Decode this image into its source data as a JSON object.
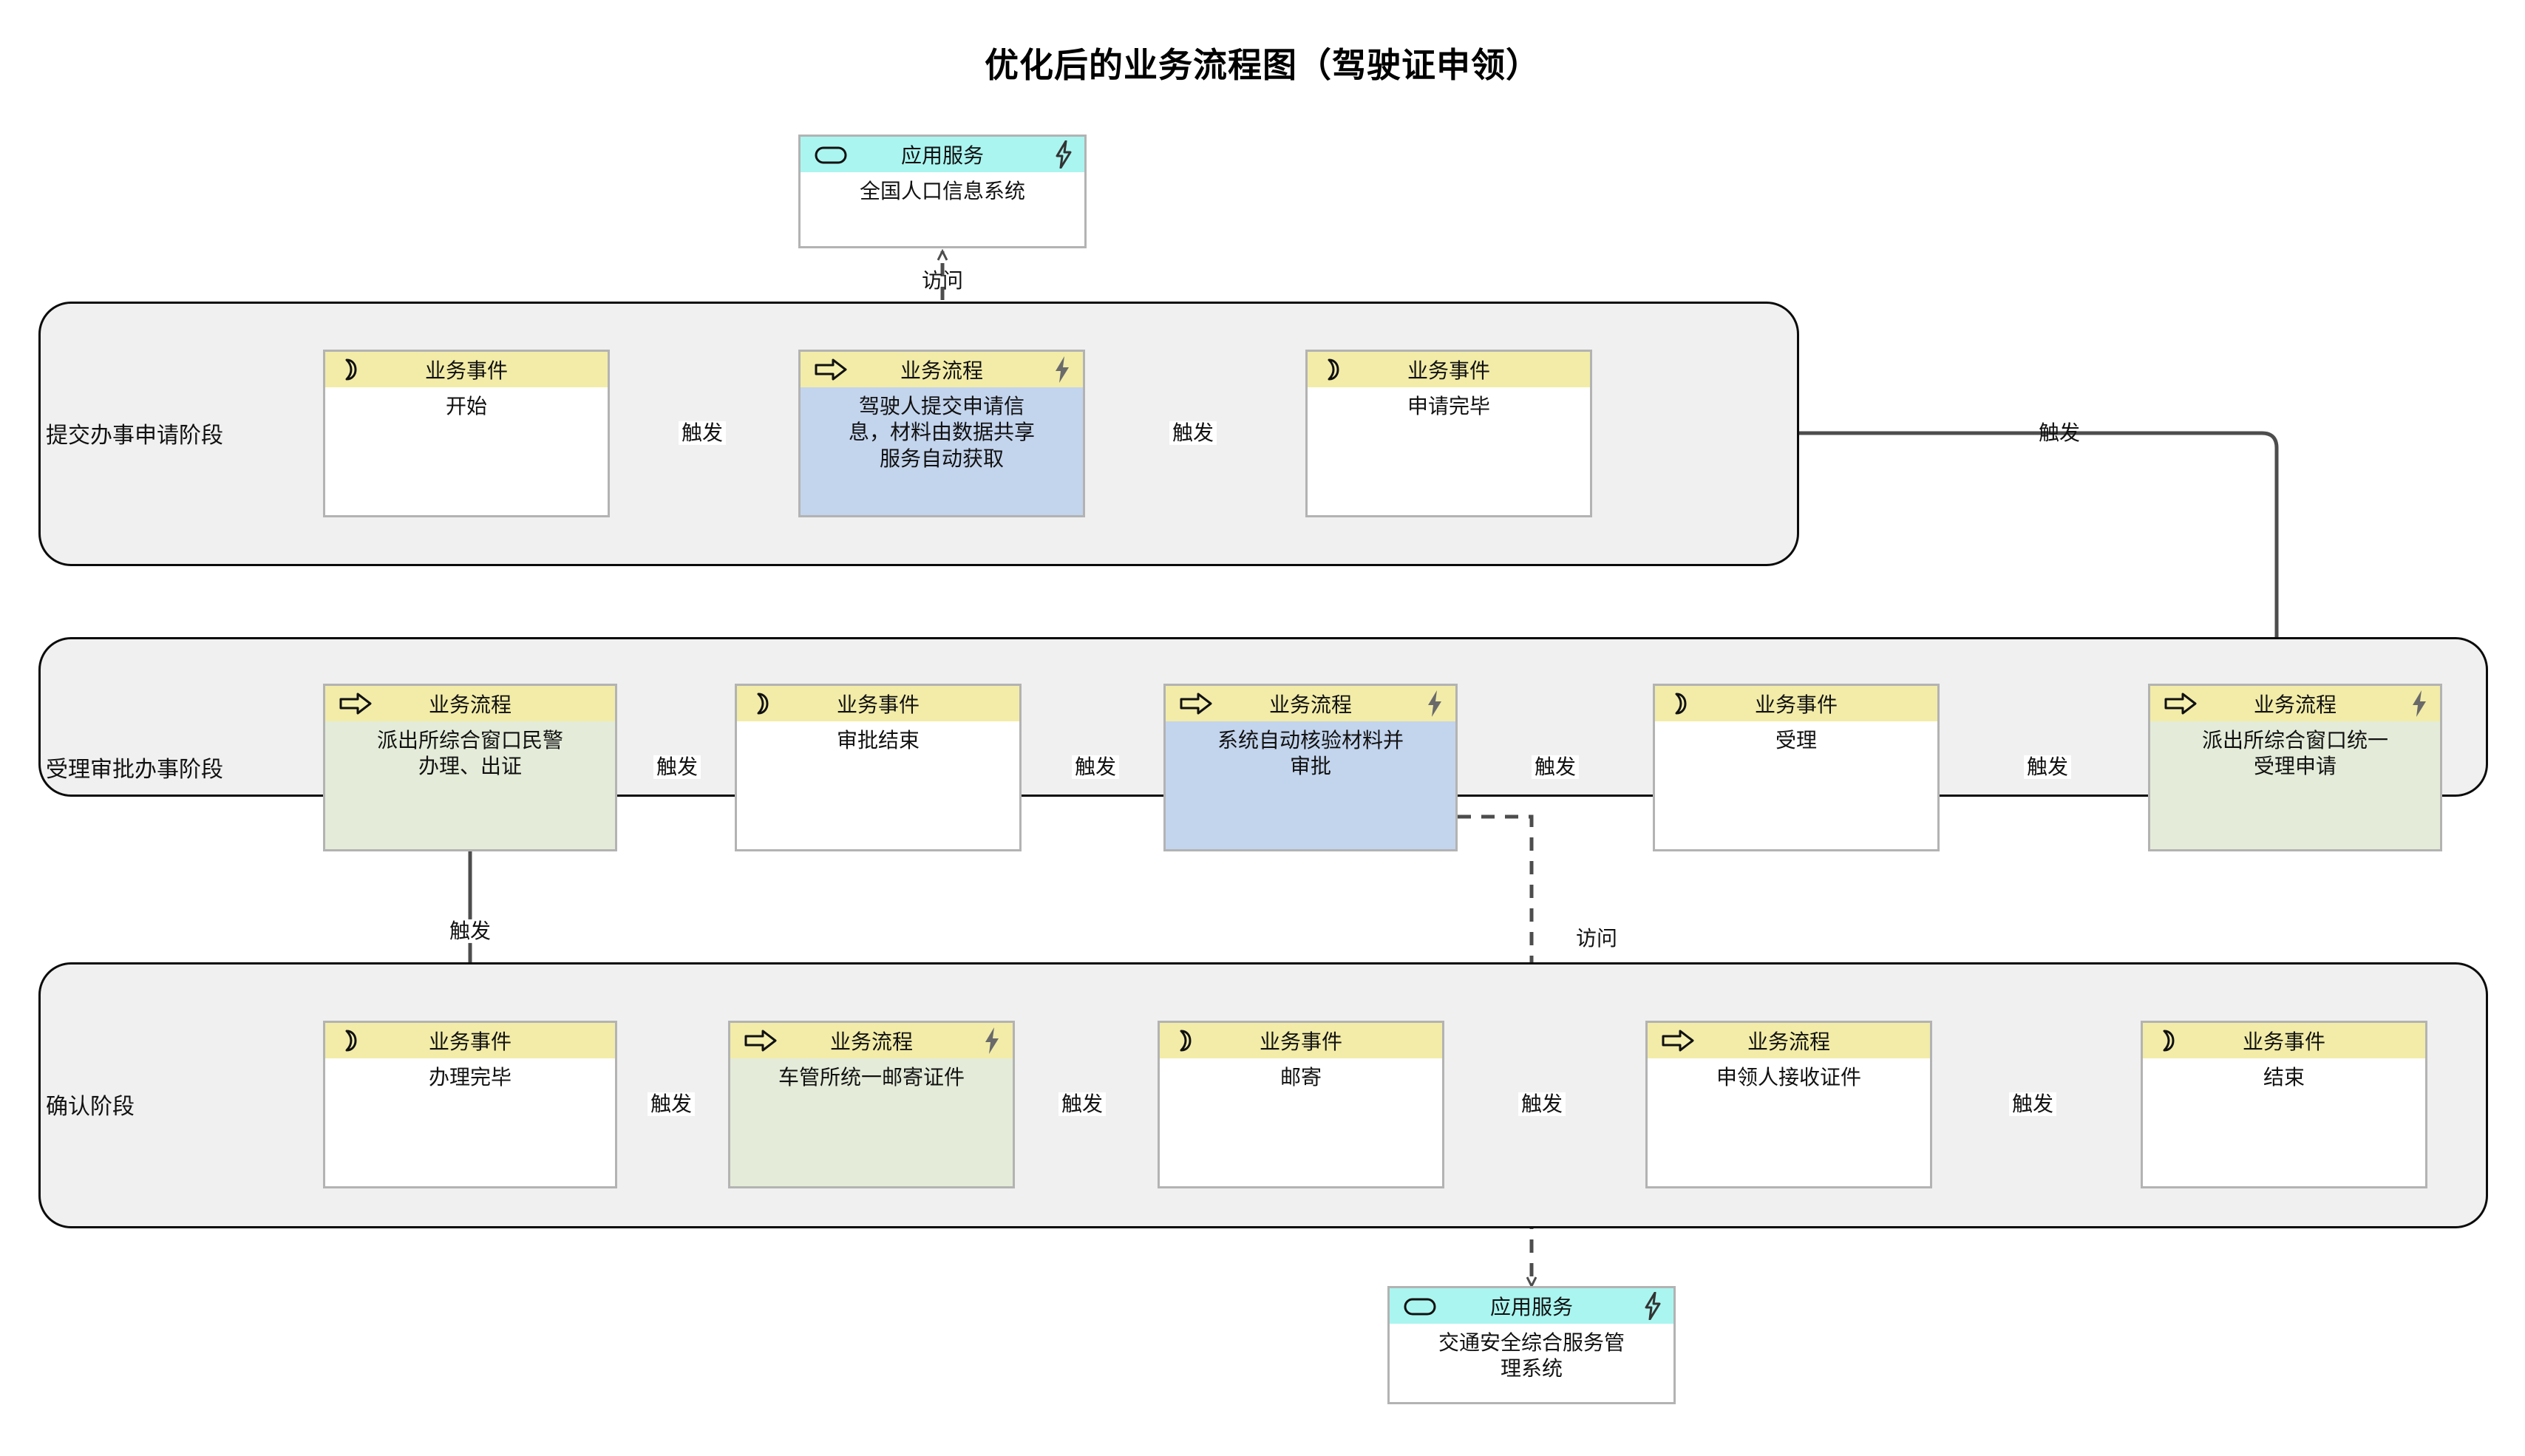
{
  "title": "优化后的业务流程图（驾驶证申领）",
  "colors": {
    "lane_fill": "#f0f0f0",
    "lane_stroke": "#0b0b0b",
    "header_business": "#f2eca8",
    "header_application": "#aaf5f0",
    "body_white": "#ffffff",
    "body_blue": "#c3d4ed",
    "body_green": "#e4ecd9",
    "node_stroke": "#b3b3b3",
    "edge_stroke": "#4d4d4d",
    "icon_gray": "#6a6a6a"
  },
  "type_labels": {
    "business_event": "业务事件",
    "business_process": "业务流程",
    "application_service": "应用服务"
  },
  "edge_labels": {
    "trigger": "触发",
    "access": "访问"
  },
  "lanes": [
    {
      "id": "lane-1",
      "label": "提交办事申请阶段"
    },
    {
      "id": "lane-2",
      "label": "受理审批办事阶段"
    },
    {
      "id": "lane-3",
      "label": "确认阶段"
    }
  ],
  "app_services": [
    {
      "id": "app-top",
      "type_label": "应用服务",
      "name": "全国人口信息系统",
      "icon_left": "rounded-rect-icon",
      "icon_bolt": "lightning-icon"
    },
    {
      "id": "app-bottom",
      "type_label": "应用服务",
      "name": "交通安全综合服务管\n理系统",
      "icon_left": "rounded-rect-icon",
      "icon_bolt": "lightning-icon"
    }
  ],
  "nodes": [
    {
      "id": "n-start",
      "lane": "lane-1",
      "kind": "event",
      "type_label": "业务事件",
      "name": "开始",
      "body": "white",
      "bolt": false,
      "link": false
    },
    {
      "id": "n-submit",
      "lane": "lane-1",
      "kind": "process",
      "type_label": "业务流程",
      "name": "驾驶人提交申请信\n息，材料由数据共享\n服务自动获取",
      "body": "blue",
      "bolt": true,
      "link": true
    },
    {
      "id": "n-applied",
      "lane": "lane-1",
      "kind": "event",
      "type_label": "业务事件",
      "name": "申请完毕",
      "body": "white",
      "bolt": false,
      "link": false
    },
    {
      "id": "n-police",
      "lane": "lane-2",
      "kind": "process",
      "type_label": "业务流程",
      "name": "派出所综合窗口民警\n办理、出证",
      "body": "green",
      "bolt": false,
      "link": true
    },
    {
      "id": "n-approve-end",
      "lane": "lane-2",
      "kind": "event",
      "type_label": "业务事件",
      "name": "审批结束",
      "body": "white",
      "bolt": false,
      "link": false
    },
    {
      "id": "n-auto-verify",
      "lane": "lane-2",
      "kind": "process",
      "type_label": "业务流程",
      "name": "系统自动核验材料并\n审批",
      "body": "blue",
      "bolt": true,
      "link": true
    },
    {
      "id": "n-accept",
      "lane": "lane-2",
      "kind": "event",
      "type_label": "业务事件",
      "name": "受理",
      "body": "white",
      "bolt": false,
      "link": false
    },
    {
      "id": "n-unified",
      "lane": "lane-2",
      "kind": "process",
      "type_label": "业务流程",
      "name": "派出所综合窗口统一\n受理申请",
      "body": "green",
      "bolt": true,
      "link": true
    },
    {
      "id": "n-done",
      "lane": "lane-3",
      "kind": "event",
      "type_label": "业务事件",
      "name": "办理完毕",
      "body": "white",
      "bolt": false,
      "link": false
    },
    {
      "id": "n-mail-proc",
      "lane": "lane-3",
      "kind": "process",
      "type_label": "业务流程",
      "name": "车管所统一邮寄证件",
      "body": "green",
      "bolt": true,
      "link": true
    },
    {
      "id": "n-mail-evt",
      "lane": "lane-3",
      "kind": "event",
      "type_label": "业务事件",
      "name": "邮寄",
      "body": "white",
      "bolt": false,
      "link": false
    },
    {
      "id": "n-receive",
      "lane": "lane-3",
      "kind": "process",
      "type_label": "业务流程",
      "name": "申领人接收证件",
      "body": "white",
      "bolt": false,
      "link": false
    },
    {
      "id": "n-end",
      "lane": "lane-3",
      "kind": "event",
      "type_label": "业务事件",
      "name": "结束",
      "body": "white",
      "bolt": false,
      "link": false
    }
  ],
  "edges": [
    {
      "id": "e1",
      "from": "n-start",
      "to": "n-submit",
      "label": "触发",
      "style": "solid"
    },
    {
      "id": "e2",
      "from": "n-submit",
      "to": "n-applied",
      "label": "触发",
      "style": "solid"
    },
    {
      "id": "e3",
      "from": "n-applied",
      "to": "n-unified",
      "label": "触发",
      "style": "solid"
    },
    {
      "id": "e4",
      "from": "n-unified",
      "to": "n-accept",
      "label": "触发",
      "style": "solid"
    },
    {
      "id": "e5",
      "from": "n-accept",
      "to": "n-auto-verify",
      "label": "触发",
      "style": "solid"
    },
    {
      "id": "e6",
      "from": "n-auto-verify",
      "to": "n-approve-end",
      "label": "触发",
      "style": "solid"
    },
    {
      "id": "e7",
      "from": "n-approve-end",
      "to": "n-police",
      "label": "触发",
      "style": "solid"
    },
    {
      "id": "e8",
      "from": "n-police",
      "to": "n-done",
      "label": "触发",
      "style": "solid"
    },
    {
      "id": "e9",
      "from": "n-done",
      "to": "n-mail-proc",
      "label": "触发",
      "style": "solid"
    },
    {
      "id": "e10",
      "from": "n-mail-proc",
      "to": "n-mail-evt",
      "label": "触发",
      "style": "solid"
    },
    {
      "id": "e11",
      "from": "n-mail-evt",
      "to": "n-receive",
      "label": "触发",
      "style": "solid"
    },
    {
      "id": "e12",
      "from": "n-receive",
      "to": "n-end",
      "label": "触发",
      "style": "solid"
    },
    {
      "id": "e13",
      "from": "n-submit",
      "to": "app-top",
      "label": "访问",
      "style": "dashed"
    },
    {
      "id": "e14",
      "from": "n-auto-verify",
      "to": "app-bottom",
      "label": "访问",
      "style": "dashed"
    }
  ]
}
